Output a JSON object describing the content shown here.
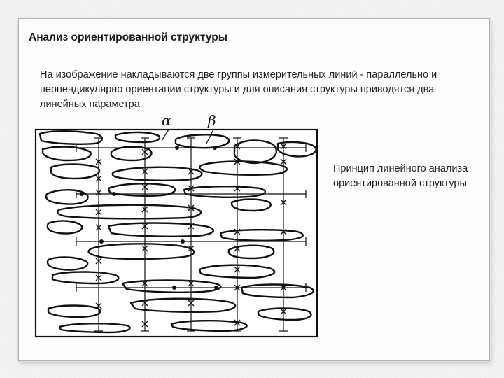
{
  "slide": {
    "title": "Анализ ориентированной структуры",
    "body": "На изображение накладываются две группы измерительных линий - параллельно и перпендикулярно ориентации структуры и для описания структуры приводятся два линейных параметра",
    "caption": "Принцип линейного анализа ориентированной структуры"
  },
  "figure": {
    "label_alpha": "α",
    "label_beta": "β",
    "line_color": "#111111",
    "background": "#ffffff"
  }
}
